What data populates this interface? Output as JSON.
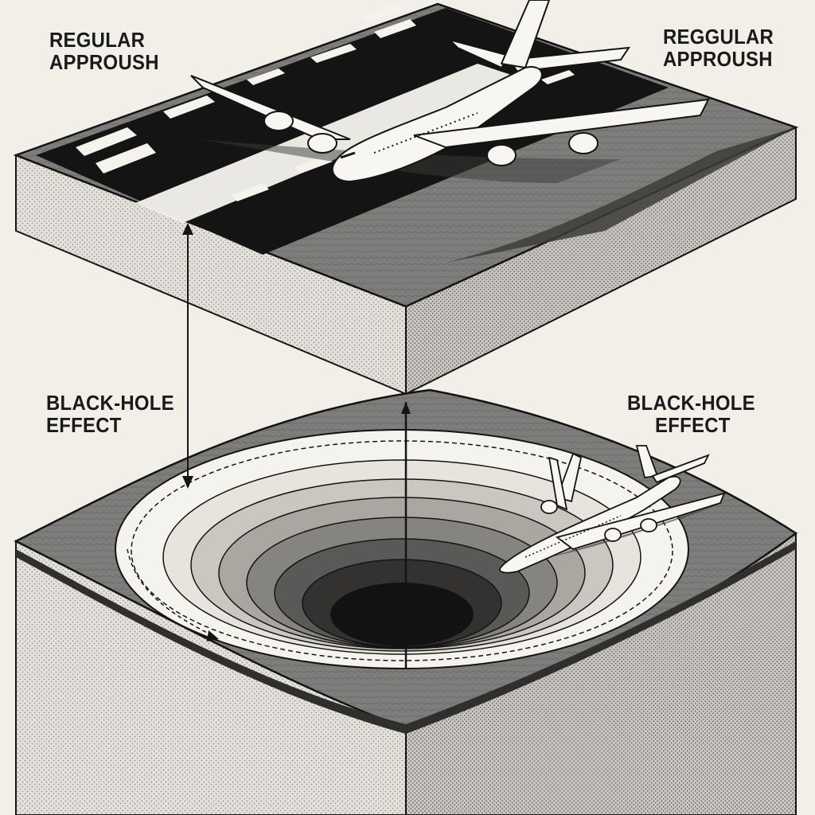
{
  "labels": {
    "top_left": {
      "line1": "REGULAR",
      "line2": "APPROUSH"
    },
    "top_right": {
      "line1": "REGGULAR",
      "line2": "APPROUSH"
    },
    "mid_left": {
      "line1": "BLACK-HOLE",
      "line2": "EFFECT"
    },
    "mid_right": {
      "line1": "BLACK-HOLE",
      "line2": "EFFECT"
    }
  },
  "colors": {
    "background": "#f1efe8",
    "ink": "#141414",
    "ground": "#7b7b7b",
    "slab_side": "#d9d7cf",
    "runway": "#141414",
    "aircraft": "#f7f6f2"
  },
  "icons": {
    "aircraft_top": "airliner-icon",
    "aircraft_bottom": "airliner-icon"
  }
}
